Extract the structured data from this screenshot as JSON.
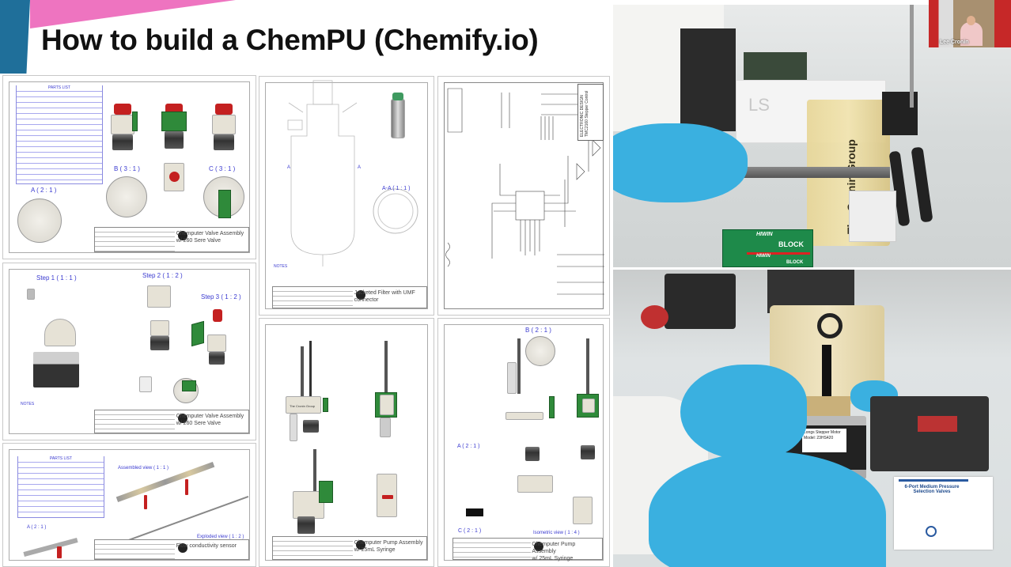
{
  "slide": {
    "title": "How to build a ChemPU (Chemify.io)",
    "colors": {
      "accent_blue": "#1f6f9a",
      "accent_pink": "#ee74c0",
      "annotation_blue": "#3a3ad0"
    }
  },
  "drawings": [
    {
      "title": "Chemputer Valve Assembly",
      "subtitle": "w/ 260 Sere Valve",
      "parts_header": "PARTS LIST",
      "views": [
        "A ( 2 : 1 )",
        "B ( 3 : 1 )",
        "C ( 3 : 1 )"
      ]
    },
    {
      "title": "Jacketed Filter with UMF",
      "subtitle": "connector",
      "views": [
        "A-A ( 1 : 1 )",
        "A",
        "A"
      ],
      "notes_header": "NOTES"
    },
    {
      "title": "TMC2160 Stepper Control",
      "subtitle": "ELECTRONIC DESIGN"
    },
    {
      "title": "Chemputer Valve Assembly",
      "subtitle": "w/ 260 Sere Valve",
      "views": [
        "Step 1 ( 1 : 1 )",
        "Step 2 ( 1 : 2 )",
        "Step 3 ( 1 : 2 )"
      ],
      "notes_header": "NOTES"
    },
    {
      "title": "Flow conductivity sensor",
      "parts_header": "PARTS LIST",
      "views": [
        "Assembled view ( 1 : 1 )",
        "Exploded view ( 1 : 2 )",
        "A ( 2 : 1 )"
      ]
    },
    {
      "title": "Chemputer Pump Assembly",
      "subtitle": "w/ 25mL Syringe",
      "brand": "The Cronin Group"
    },
    {
      "title": "Chemputer Pump Assembly",
      "subtitle": "w/ 25mL Syringe",
      "views": [
        "B ( 2 : 1 )",
        "A ( 2 : 1 )",
        "C ( 2 : 1 )",
        "Isometric view ( 1 : 4 )"
      ]
    }
  ],
  "photos": {
    "top": {
      "block_text": "The Cronin Group",
      "box_brand": "HIWIN",
      "box_label": "BLOCK",
      "box_brand_2": "HIWIN",
      "box_label_2": "BLOCK",
      "instrument": "LS"
    },
    "bottom": {
      "motor_label": "Longs Stepper Motor",
      "motor_model": "Model: 23HS420",
      "leaflet_title": "6-Port Medium Pressure Selection Valves"
    }
  },
  "webcam": {
    "name": "Lee Cronin"
  }
}
